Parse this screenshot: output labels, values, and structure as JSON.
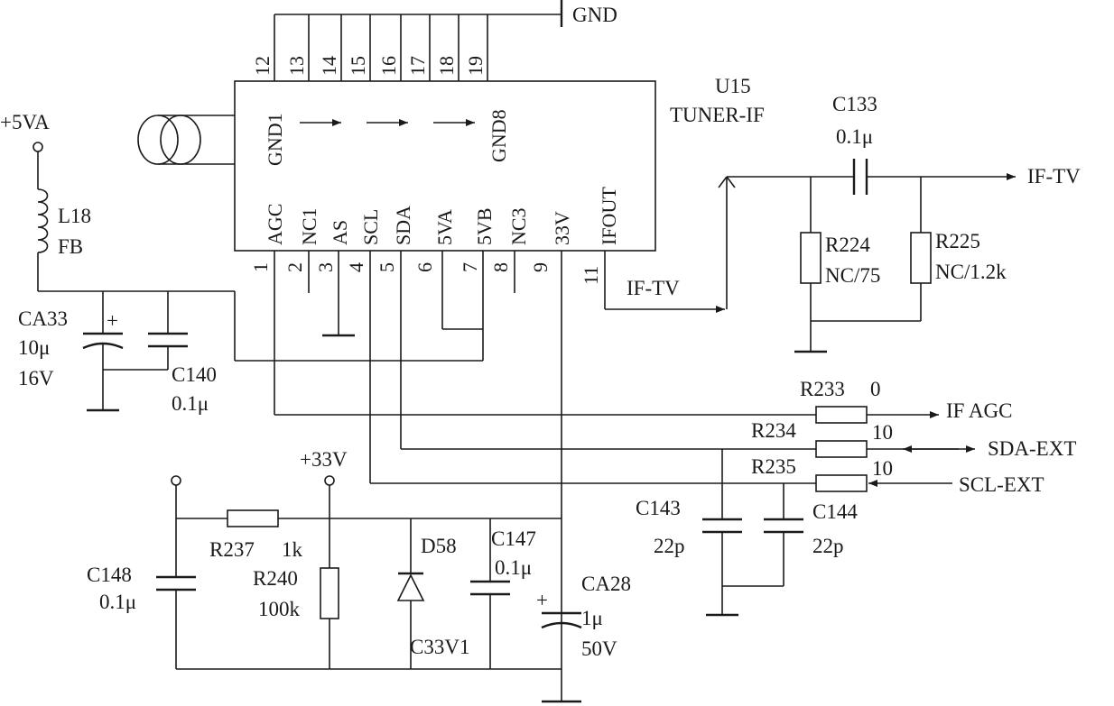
{
  "power": {
    "vcc5": "+5VA",
    "vcc33": "+33V",
    "gnd": "GND"
  },
  "tuner": {
    "ref": "U15",
    "name": "TUNER-IF",
    "gnd_first": "GND1",
    "gnd_last": "GND8",
    "top_pins": [
      "12",
      "13",
      "14",
      "15",
      "16",
      "17",
      "18",
      "19"
    ],
    "pin_names": [
      "AGC",
      "NC1",
      "AS",
      "SCL",
      "SDA",
      "5VA",
      "5VB",
      "NC3",
      "33V",
      "IFOUT"
    ],
    "pin_numbers": [
      "1",
      "2",
      "3",
      "4",
      "5",
      "6",
      "7",
      "8",
      "9",
      "11"
    ]
  },
  "components": {
    "L18": {
      "ref": "L18",
      "value": "FB"
    },
    "CA33": {
      "ref": "CA33",
      "value": "10μ",
      "rating": "16V"
    },
    "C140": {
      "ref": "C140",
      "value": "0.1μ"
    },
    "C133": {
      "ref": "C133",
      "value": "0.1μ"
    },
    "R224": {
      "ref": "R224",
      "value": "NC/75"
    },
    "R225": {
      "ref": "R225",
      "value": "NC/1.2k"
    },
    "R233": {
      "ref": "R233",
      "value": "0"
    },
    "R234": {
      "ref": "R234",
      "value": "10"
    },
    "R235": {
      "ref": "R235",
      "value": "10"
    },
    "C143": {
      "ref": "C143",
      "value": "22p"
    },
    "C144": {
      "ref": "C144",
      "value": "22p"
    },
    "C148": {
      "ref": "C148",
      "value": "0.1μ"
    },
    "R237": {
      "ref": "R237",
      "value": "1k"
    },
    "R240": {
      "ref": "R240",
      "value": "100k"
    },
    "D58": {
      "ref": "D58",
      "value": "C33V1"
    },
    "C147": {
      "ref": "C147",
      "value": "0.1μ"
    },
    "CA28": {
      "ref": "CA28",
      "value": "1μ",
      "rating": "50V"
    }
  },
  "nets": {
    "if_tv": "IF-TV",
    "if_agc": "IF AGC",
    "sda_ext": "SDA-EXT",
    "scl_ext": "SCL-EXT"
  },
  "polarity": "+"
}
